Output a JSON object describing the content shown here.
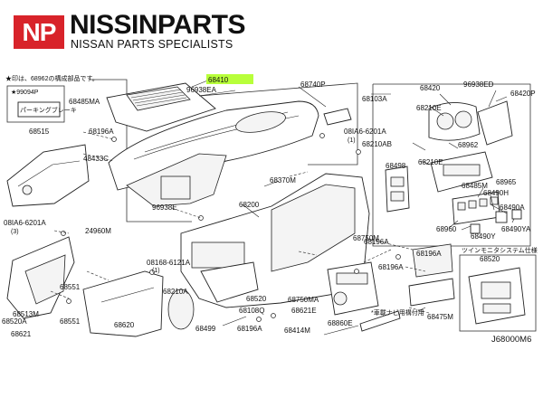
{
  "header": {
    "badge": "NP",
    "brand": "NISSINPARTS",
    "tagline": "NISSAN PARTS SPECIALISTS",
    "badge_color": "#d8232a"
  },
  "diagram": {
    "diagram_id": "J68000M6",
    "highlight_color": "#b8ff3a",
    "highlighted_part": "68410",
    "notes": {
      "top_left": "★印は、68962の構成部品です。",
      "twin_monitor": "ツインモニタシステム仕様",
      "navi_note": "*車載ナビ用構付用"
    },
    "inset_labels": {
      "parking_label_part": "★99094P",
      "parking_label_text": "パーキングブレーキ"
    },
    "labels": [
      "68410",
      "96938EA",
      "68485MA",
      "68740P",
      "68103A",
      "68420",
      "96938ED",
      "68420P",
      "68515",
      "68196A",
      "48433C",
      "08IA6-6201A",
      "68210AB",
      "68210E",
      "68962",
      "68498",
      "68370M",
      "68210E",
      "68965",
      "68485M",
      "68490H",
      "68490A",
      "68490YA",
      "68490Y",
      "68960",
      "96938E",
      "68200",
      "08IA6-6201A",
      "24960M",
      "68520",
      "68196A",
      "08168-6121A",
      "68750M",
      "68196A",
      "68196A",
      "68551",
      "68210A",
      "68520",
      "68750MA",
      "68475M",
      "68513M",
      "68520A",
      "68621",
      "68551",
      "68620",
      "68499",
      "68108Q",
      "68621E",
      "68196A",
      "68860E",
      "68414M"
    ],
    "sub_labels": [
      "(1)",
      "(3)",
      "(1)"
    ]
  }
}
